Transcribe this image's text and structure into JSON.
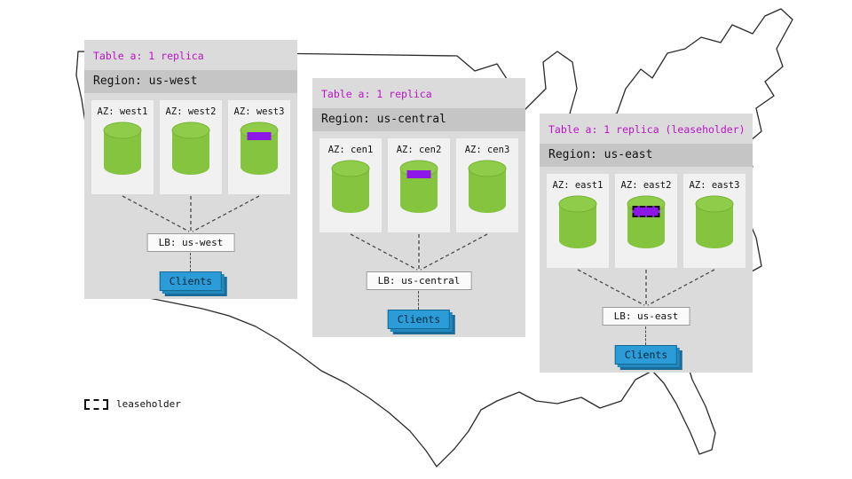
{
  "legend": {
    "label": "leaseholder"
  },
  "colors": {
    "table_label_purple": "#bb13c8",
    "replica_bar_purple": "#8c17e8",
    "cylinder_green": "#85c43e",
    "clients_blue": "#2b9cd8",
    "panel_gray": "#dbdbdb",
    "region_strip_gray": "#c5c5c5"
  },
  "panels": [
    {
      "table_label": "Table a: 1 replica",
      "region_label": "Region: us-west",
      "lb_label": "LB: us-west",
      "clients_label": "Clients",
      "azs": [
        {
          "label": "AZ: west1",
          "replica": false,
          "leaseholder": false
        },
        {
          "label": "AZ: west2",
          "replica": false,
          "leaseholder": false
        },
        {
          "label": "AZ: west3",
          "replica": true,
          "leaseholder": false
        }
      ]
    },
    {
      "table_label": "Table a: 1 replica",
      "region_label": "Region: us-central",
      "lb_label": "LB: us-central",
      "clients_label": "Clients",
      "azs": [
        {
          "label": "AZ: cen1",
          "replica": false,
          "leaseholder": false
        },
        {
          "label": "AZ: cen2",
          "replica": true,
          "leaseholder": false
        },
        {
          "label": "AZ: cen3",
          "replica": false,
          "leaseholder": false
        }
      ]
    },
    {
      "table_label": "Table a: 1 replica (leaseholder)",
      "region_label": "Region: us-east",
      "lb_label": "LB: us-east",
      "clients_label": "Clients",
      "azs": [
        {
          "label": "AZ: east1",
          "replica": false,
          "leaseholder": false
        },
        {
          "label": "AZ: east2",
          "replica": true,
          "leaseholder": true
        },
        {
          "label": "AZ: east3",
          "replica": false,
          "leaseholder": false
        }
      ]
    }
  ]
}
